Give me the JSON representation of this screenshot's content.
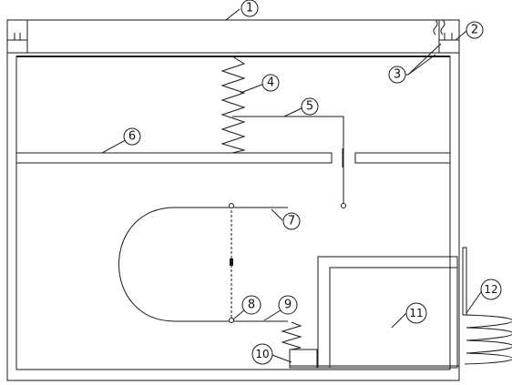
{
  "labels": {
    "l1": "1",
    "l2": "2",
    "l3": "3",
    "l4": "4",
    "l5": "5",
    "l6": "6",
    "l7": "7",
    "l8": "8",
    "l9": "9",
    "l10": "10",
    "l11": "11",
    "l12": "12"
  },
  "colors": {
    "line": "#1a1a1a",
    "background": "#ffffff"
  }
}
